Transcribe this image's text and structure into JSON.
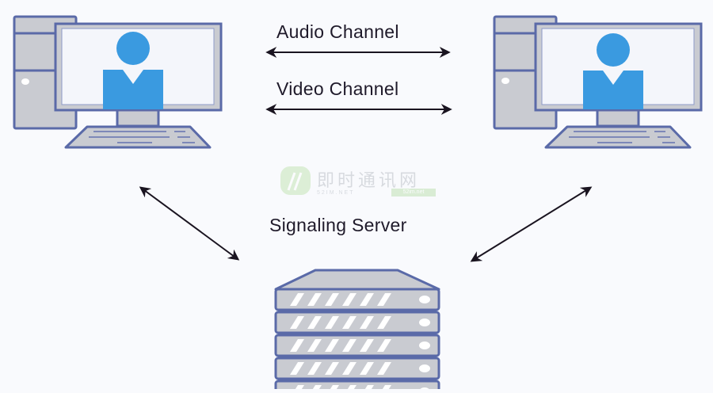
{
  "diagram": {
    "nodes": {
      "left_peer": {
        "icon": "computer-user-icon"
      },
      "right_peer": {
        "icon": "computer-user-icon"
      },
      "server": {
        "icon": "server-rack-icon",
        "label": "Signaling Server"
      }
    },
    "channels": [
      {
        "label": "Audio Channel",
        "direction": "bidirectional"
      },
      {
        "label": "Video Channel",
        "direction": "bidirectional"
      }
    ],
    "links": [
      {
        "from": "left_peer",
        "to": "server",
        "direction": "bidirectional"
      },
      {
        "from": "right_peer",
        "to": "server",
        "direction": "bidirectional"
      }
    ]
  },
  "watermark": {
    "text": "即时通讯网",
    "subtext": "52IM.NET",
    "badge": "52im.net"
  },
  "colors": {
    "background": "#f9fafd",
    "outline": "#5a6aa8",
    "fill_gray": "#c9cbd1",
    "screen": "#f4f6fb",
    "user_blue": "#3a9ae0",
    "arrow": "#1a1420",
    "text": "#1f1a2a"
  }
}
